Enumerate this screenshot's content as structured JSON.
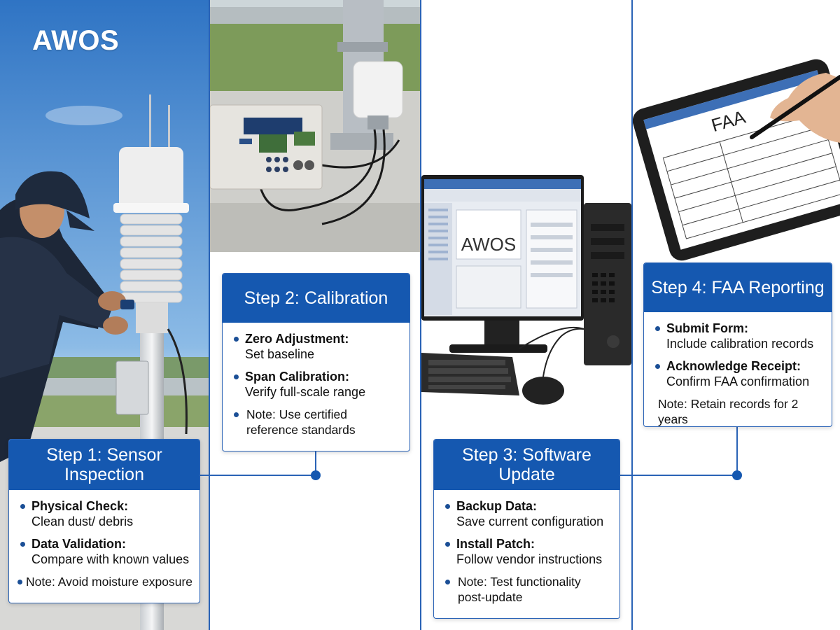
{
  "title": "AWOS",
  "steps": [
    {
      "heading": "Step 1: Sensor Inspection",
      "items": [
        {
          "title": "Physical Check:",
          "desc": "Clean dust/ debris"
        },
        {
          "title": "Data Validation:",
          "desc": "Compare with known values"
        }
      ],
      "note": "Note: Avoid moisture exposure"
    },
    {
      "heading": "Step 2: Calibration",
      "items": [
        {
          "title": "Zero Adjustment:",
          "desc": "Set baseline"
        },
        {
          "title": "Span Calibration:",
          "desc": "Verify full-scale range"
        }
      ],
      "note": "Note: Use certified reference standards"
    },
    {
      "heading": "Step 3: Software Update",
      "items": [
        {
          "title": "Backup Data:",
          "desc": "Save current configuration"
        },
        {
          "title": "Install Patch:",
          "desc": "Follow vendor instructions"
        }
      ],
      "note": "Note: Test functionality post-update"
    },
    {
      "heading": "Step 4: FAA Reporting",
      "items": [
        {
          "title": "Submit Form:",
          "desc": "Include calibration records"
        },
        {
          "title": "Acknowledge Receipt:",
          "desc": "Confirm FAA confirmation"
        }
      ],
      "note": "Note: Retain records for 2 years"
    }
  ],
  "illustrations": {
    "monitor_screen_label": "AWOS",
    "tablet_form_title": "FAA"
  },
  "colors": {
    "accent": "#1558b0",
    "border": "#2a63b6",
    "sky": "#4d8fd3"
  }
}
